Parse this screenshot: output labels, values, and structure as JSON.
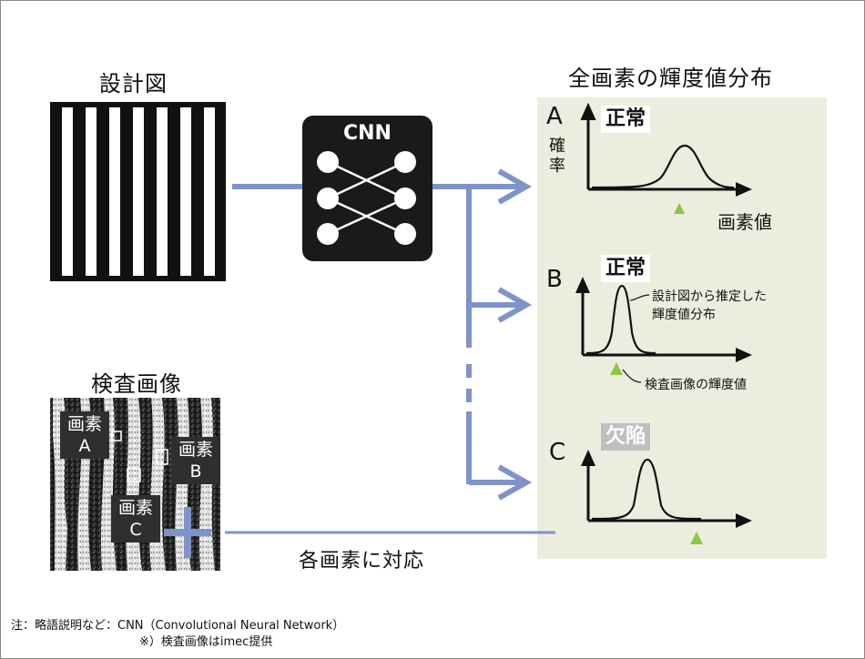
{
  "design": {
    "title": "設計図"
  },
  "cnn": {
    "label": "CNN"
  },
  "inspection": {
    "title": "検査画像",
    "pixel_labels": [
      {
        "name": "画素",
        "letter": "A"
      },
      {
        "name": "画素",
        "letter": "B"
      },
      {
        "name": "画素",
        "letter": "C"
      }
    ]
  },
  "distribution": {
    "title": "全画素の輝度値分布",
    "y_label": "確率",
    "x_label": "画素値",
    "cases": [
      {
        "letter": "A",
        "status": "正常"
      },
      {
        "letter": "B",
        "status": "正常",
        "annotation_curve": "設計図から推定した\n輝度値分布",
        "annotation_marker": "検査画像の輝度値"
      },
      {
        "letter": "C",
        "status": "欠陥"
      }
    ]
  },
  "each_pixel_label": "各画素に対応",
  "footnote": {
    "line1": "注：略語説明など：CNN（Convolutional Neural Network）",
    "line2": "※）検査画像はimec提供"
  },
  "colors": {
    "arrow": "#7f93c9",
    "panel_bg": "#ededdf",
    "marker": "#8dc63f",
    "defect_tag": "#bfbfbf",
    "cnn_bg": "#1a1a1a"
  }
}
